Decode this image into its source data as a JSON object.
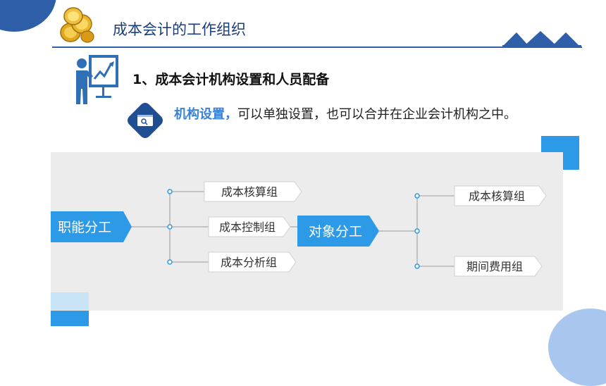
{
  "header": {
    "title": "成本会计的工作组织"
  },
  "section": {
    "heading": "1、成本会计机构设置和人员配备",
    "desc_highlight": "机构设置，",
    "desc_rest": "可以单独设置，也可以合并在企业会计机构之中。"
  },
  "diagram": {
    "root": "职能分工",
    "root_children": [
      "成本核算组",
      "成本控制组",
      "成本分析组"
    ],
    "second": "对象分工",
    "second_children": [
      "成本核算组",
      "期间费用组"
    ]
  },
  "colors": {
    "accent_blue": "#2d9ae8",
    "dark_blue": "#2f5fa8",
    "light_blue": "#c9e3f7"
  }
}
